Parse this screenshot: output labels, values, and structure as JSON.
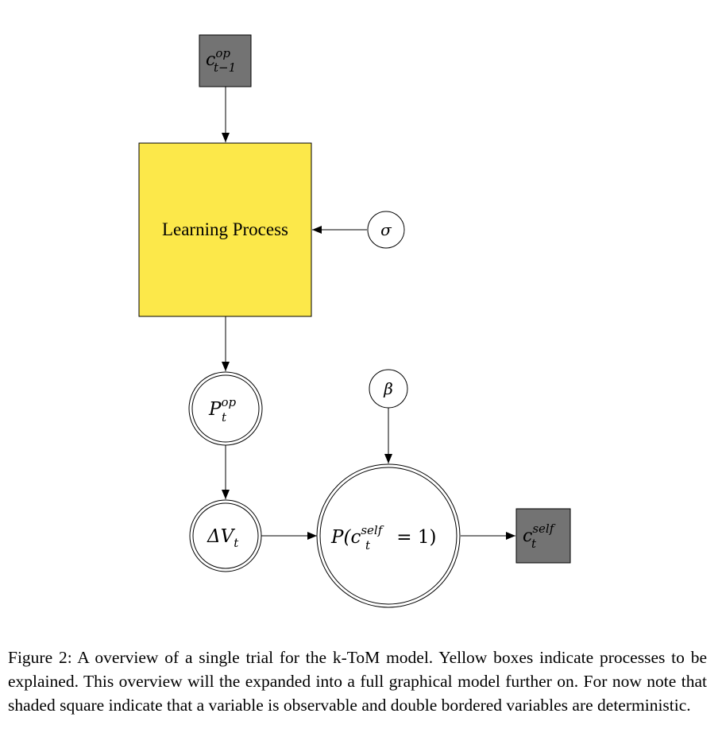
{
  "diagram": {
    "nodes": {
      "c_op_prev": {
        "base": "c",
        "sup": "op",
        "sub": "t−1",
        "shaded": true,
        "shape": "square"
      },
      "learning": {
        "label": "Learning Process",
        "color": "#fce84a",
        "shape": "square"
      },
      "sigma": {
        "label": "σ",
        "shape": "circle"
      },
      "p_op": {
        "base": "P",
        "sup": "op",
        "sub": "t",
        "shape": "double-circle"
      },
      "beta": {
        "label": "β",
        "shape": "circle"
      },
      "delta_v": {
        "base": "ΔV",
        "sub": "t",
        "shape": "double-circle"
      },
      "p_self": {
        "prefix": "P(c",
        "sup": "self",
        "sub": "t",
        "suffix": " = 1)",
        "shape": "double-circle"
      },
      "c_self": {
        "base": "c",
        "sup": "self",
        "sub": "t",
        "shaded": true,
        "shape": "square"
      }
    },
    "edges": [
      [
        "c_op_prev",
        "learning"
      ],
      [
        "sigma",
        "learning"
      ],
      [
        "learning",
        "p_op"
      ],
      [
        "p_op",
        "delta_v"
      ],
      [
        "beta",
        "p_self"
      ],
      [
        "delta_v",
        "p_self"
      ],
      [
        "p_self",
        "c_self"
      ]
    ]
  },
  "caption": {
    "text": "Figure 2: A overview of a single trial for the k-ToM model. Yellow boxes indicate processes to be explained. This overview will the expanded into a full graphical model further on. For now note that shaded square indicate that a variable is observable and double bordered variables are deterministic."
  }
}
